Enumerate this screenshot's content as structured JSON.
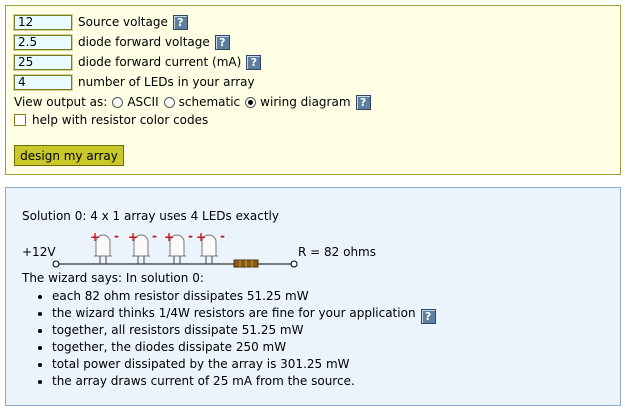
{
  "form": {
    "source_voltage": {
      "value": "12",
      "label": "Source voltage"
    },
    "diode_voltage": {
      "value": "2.5",
      "label": "diode forward voltage"
    },
    "diode_current": {
      "value": "25",
      "label": "diode forward current (mA)"
    },
    "led_count": {
      "value": "4",
      "label": "number of LEDs in your array"
    },
    "view_label": "View output as:",
    "view_options": [
      "ASCII",
      "schematic",
      "wiring diagram"
    ],
    "view_selected": "wiring diagram",
    "color_codes_label": "help with resistor color codes",
    "color_codes_checked": false,
    "submit_label": "design my array",
    "help_glyph": "?"
  },
  "result": {
    "solution_title": "Solution 0: 4 x 1 array uses 4 LEDs exactly",
    "voltage_label": "+12V",
    "resistance_label": "R = 82 ohms",
    "led_polarity": [
      "+",
      "-"
    ],
    "wizard_intro": "The wizard says: In solution 0:",
    "bullets": [
      "each 82 ohm resistor dissipates 51.25 mW",
      "the wizard thinks 1/4W resistors are fine for your application",
      "together, all resistors dissipate 51.25 mW",
      "together, the diodes dissipate 250 mW",
      "total power dissipated by the array is 301.25 mW",
      "the array draws current of 25 mA from the source."
    ]
  },
  "colors": {
    "top_panel_bg": "#ffffe6",
    "bottom_panel_bg": "#ebf4fd",
    "button_bg": "#c8c828",
    "polarity_red": "#d01010",
    "resistor_brown": "#8b5a14"
  },
  "icons": {
    "help": "help-icon",
    "led": "led-icon",
    "resistor": "resistor-icon"
  }
}
